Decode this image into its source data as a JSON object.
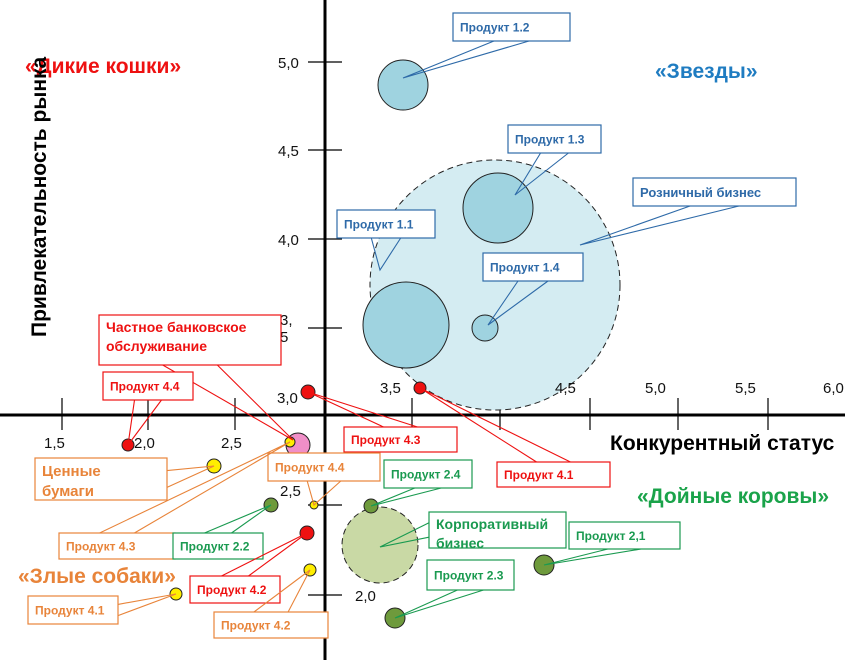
{
  "quadrants": {
    "wildcats": "«Дикие кошки»",
    "stars": "«Звезды»",
    "cows": "«Дойные коровы»",
    "dogs": "«Злые собаки»"
  },
  "axes": {
    "x_title": "Конкурентный статус",
    "y_title": "Привлекательность рынка",
    "x_ticks": [
      "1,5",
      "2,0",
      "2,5",
      "3,0",
      "3,5",
      "4,5",
      "5,0",
      "5,5",
      "6,0"
    ],
    "y_ticks": [
      "5,0",
      "4,5",
      "4,0",
      "3,\n5",
      "2,5",
      "2,0"
    ]
  },
  "colors": {
    "blue": "#2e6aa8",
    "red": "#ee1111",
    "green": "#1a9a50",
    "orange": "#e8843a",
    "yellow": "#f0c020"
  },
  "callouts": [
    {
      "id": "p12",
      "text": "Продукт 1.2",
      "color": "blue"
    },
    {
      "id": "p13",
      "text": "Продукт 1.3",
      "color": "blue"
    },
    {
      "id": "retail",
      "text": "Розничный бизнес",
      "color": "blue"
    },
    {
      "id": "p11",
      "text": "Продукт 1.1",
      "color": "blue"
    },
    {
      "id": "p14",
      "text": "Продукт 1.4",
      "color": "blue"
    },
    {
      "id": "private",
      "text": "Частное банковское обслуживание",
      "color": "red"
    },
    {
      "id": "r44",
      "text": "Продукт 4.4",
      "color": "red"
    },
    {
      "id": "r43",
      "text": "Продукт 4.3",
      "color": "red"
    },
    {
      "id": "r41",
      "text": "Продукт 4.1",
      "color": "red"
    },
    {
      "id": "securities",
      "text": "Ценные бумаги",
      "color": "orange"
    },
    {
      "id": "o44",
      "text": "Продукт 4.4",
      "color": "orange"
    },
    {
      "id": "g24",
      "text": "Продукт 2.4",
      "color": "green"
    },
    {
      "id": "o43",
      "text": "Продукт 4.3",
      "color": "orange"
    },
    {
      "id": "g22",
      "text": "Продукт 2.2",
      "color": "green"
    },
    {
      "id": "corp",
      "text": "Корпоративный бизнес",
      "color": "green"
    },
    {
      "id": "g21",
      "text": "Продукт 2,1",
      "color": "green"
    },
    {
      "id": "g23",
      "text": "Продукт 2.3",
      "color": "green"
    },
    {
      "id": "r42",
      "text": "Продукт 4.2",
      "color": "red"
    },
    {
      "id": "o41",
      "text": "Продукт 4.1",
      "color": "orange"
    },
    {
      "id": "o42",
      "text": "Продукт 4.2",
      "color": "orange"
    }
  ]
}
